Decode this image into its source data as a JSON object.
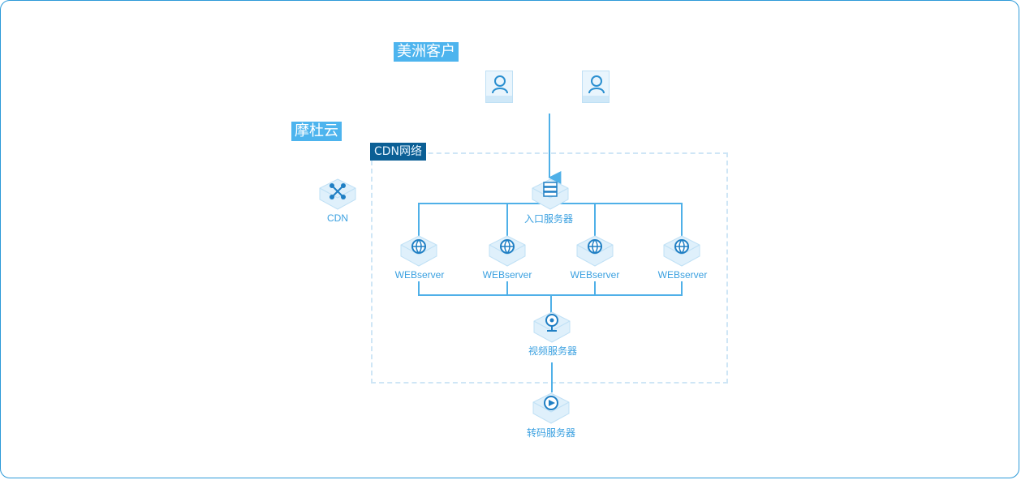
{
  "labels": {
    "americas_clients": "美洲客户",
    "cloud": "摩杜云",
    "cdn_network": "CDN网络",
    "cdn": "CDN",
    "entry_server": "入口服务器",
    "web_servers": [
      "WEBserver",
      "WEBserver",
      "WEBserver",
      "WEBserver"
    ],
    "video_server": "视频服务器",
    "transcode_server": "转码服务器"
  },
  "colors": {
    "frame_border": "#2d9ad9",
    "tag_light": "#4db4ee",
    "tag_dark": "#0b5f95",
    "line": "#4fb0e8",
    "dashed_border": "#cfe6f6"
  },
  "icons": {
    "user": "user-icon",
    "cdn": "network-nodes-icon",
    "entry_server": "server-stack-icon",
    "web_server": "globe-icon",
    "video_server": "webcam-icon",
    "transcode_server": "play-circle-icon"
  }
}
